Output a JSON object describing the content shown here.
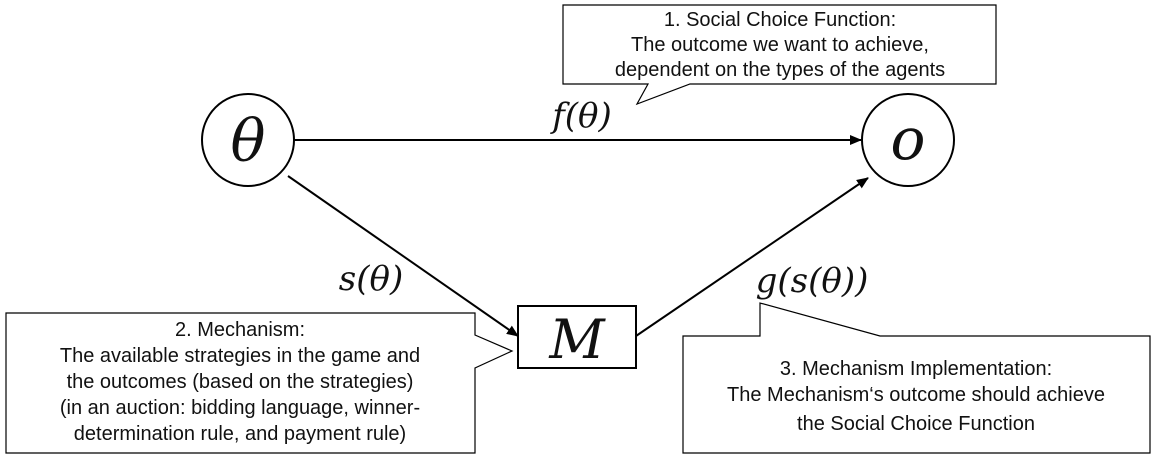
{
  "nodes": {
    "theta": {
      "label": "θ"
    },
    "outcome": {
      "label": "o"
    },
    "mechanism": {
      "label": "M"
    }
  },
  "edges": {
    "theta_to_outcome": {
      "label": "f(θ)"
    },
    "theta_to_mechanism": {
      "label": "s(θ)"
    },
    "mechanism_to_outcome": {
      "label": "g(s(θ))"
    }
  },
  "callouts": {
    "social_choice": {
      "lines": [
        "1. Social Choice Function:",
        "The outcome we want to achieve,",
        "dependent on the types of the agents"
      ]
    },
    "mechanism": {
      "lines": [
        "2. Mechanism:",
        "The available strategies in the game and",
        "the outcomes (based on the strategies)",
        "(in an auction: bidding language, winner-",
        "determination rule, and payment rule)"
      ]
    },
    "implementation": {
      "lines": [
        "3. Mechanism Implementation:",
        "The Mechanism‘s outcome should achieve",
        "the Social Choice Function"
      ]
    }
  }
}
